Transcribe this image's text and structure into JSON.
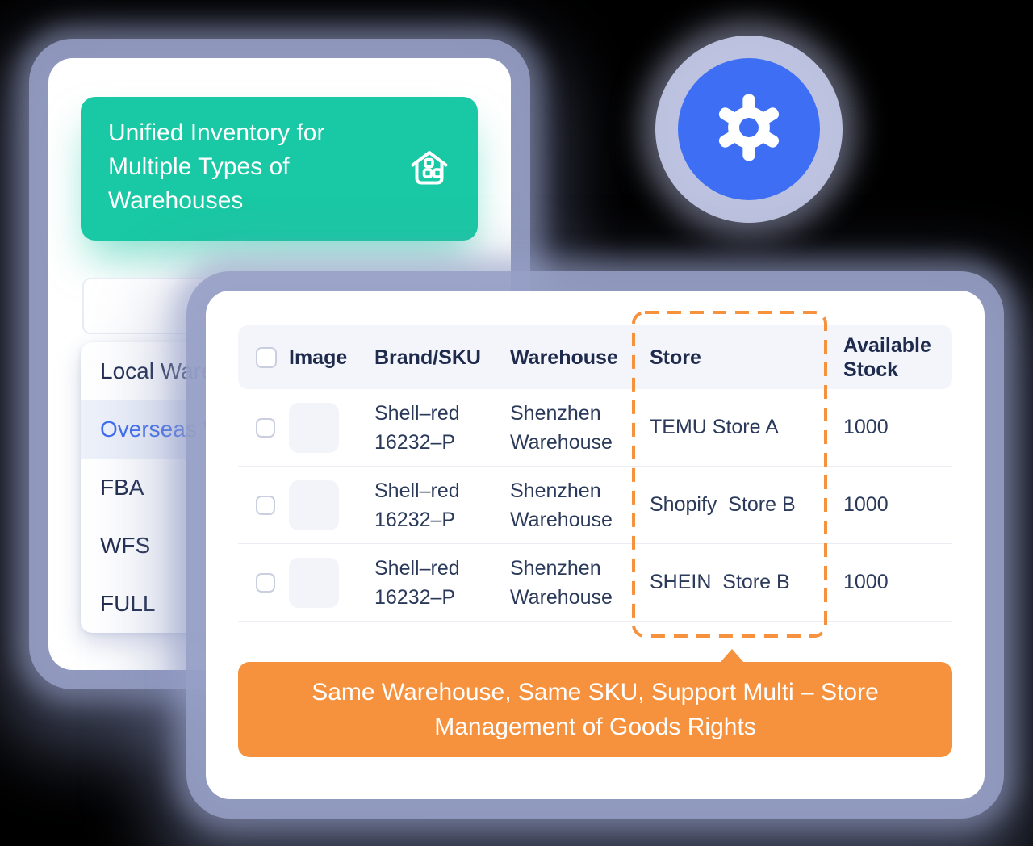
{
  "left_panel": {
    "header": {
      "title": "Unified Inventory for Multiple Types of Warehouses",
      "icon": "warehouse-icon"
    },
    "search": {
      "value": ""
    },
    "menu": {
      "items": [
        {
          "label": "Local Warehouse",
          "active": false
        },
        {
          "label": "Overseas Warehouse",
          "active": true
        },
        {
          "label": "FBA",
          "active": false
        },
        {
          "label": "WFS",
          "active": false
        },
        {
          "label": "FULL",
          "active": false
        }
      ]
    }
  },
  "settings_badge": {
    "icon": "gear-icon"
  },
  "inventory_table": {
    "columns": [
      "Image",
      "Brand/SKU",
      "Warehouse",
      "Store",
      "Available Stock"
    ],
    "rows": [
      {
        "brand_sku": "Shell–red 16232–P",
        "warehouse": "Shenzhen Warehouse",
        "store": "TEMU Store A",
        "available_stock": "1000"
      },
      {
        "brand_sku": "Shell–red 16232–P",
        "warehouse": "Shenzhen Warehouse",
        "store": "Shopify  Store B",
        "available_stock": "1000"
      },
      {
        "brand_sku": "Shell–red 16232–P",
        "warehouse": "Shenzhen Warehouse",
        "store": "SHEIN  Store B",
        "available_stock": "1000"
      }
    ],
    "highlighted_column": "Store"
  },
  "callout": {
    "text": "Same Warehouse, Same SKU, Support Multi – Store Management of Goods Rights"
  },
  "colors": {
    "teal": "#19c8a4",
    "blue": "#3d6ef3",
    "orange": "#f6913d",
    "link_blue": "#3d6cf0"
  }
}
